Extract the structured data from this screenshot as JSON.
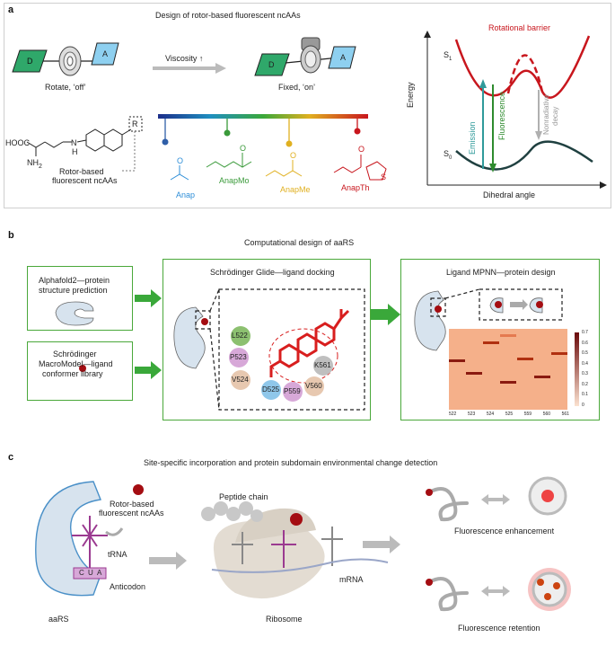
{
  "panel_a": {
    "letter": "a",
    "title": "Design of rotor-based fluorescent ncAAs",
    "donor": "D",
    "acceptor": "A",
    "rotate_caption": "Rotate, ‘off’",
    "fixed_caption": "Fixed, ‘on’",
    "viscosity_label": "Viscosity ↑",
    "rotor_caption_line1": "Rotor-based",
    "rotor_caption_line2": "fluorescent ncAAs",
    "cooh": "HOOC",
    "nh2": "NH",
    "nh2_sub": "2",
    "n_label": "N",
    "h_label": "H",
    "r_label": "R",
    "o_label": "O",
    "s_label": "S",
    "compounds": [
      {
        "name": "Anap",
        "color": "#2f8fd8"
      },
      {
        "name": "AnapMo",
        "color": "#3a9a3a"
      },
      {
        "name": "AnapMe",
        "color": "#e0b020"
      },
      {
        "name": "AnapTh",
        "color": "#c8161d"
      }
    ],
    "energy_plot": {
      "y_label": "Energy",
      "x_label": "Dihedral angle",
      "barrier_label": "Rotational barrier",
      "s1": "S",
      "s1_sub": "1",
      "s0": "S",
      "s0_sub": "0",
      "emission": "Emission",
      "fluorescence": "Fluorescence",
      "nonradiative": "Nonradiative",
      "decay": "decay",
      "colors": {
        "s1": "#c8161d",
        "s0": "#1f4040",
        "emission": "#2f9a9a",
        "fluorescence": "#2e8b2e",
        "decay": "#b0b0b0"
      }
    }
  },
  "panel_b": {
    "letter": "b",
    "title": "Computational design of aaRS",
    "alphafold_line1": "Alphafold2—protein",
    "alphafold_line2": "structure prediction",
    "macromodel_line1": "Schrödinger",
    "macromodel_line2": "MacroModel—ligand",
    "macromodel_line3": "conformer library",
    "glide_title": "Schrödinger Glide—ligand docking",
    "mpnn_title": "Ligand MPNN—protein design",
    "residues": [
      {
        "name": "L522",
        "color": "#8cc070"
      },
      {
        "name": "P523",
        "color": "#d7a8d8"
      },
      {
        "name": "V524",
        "color": "#e7c8b0"
      },
      {
        "name": "D525",
        "color": "#8fc7ea"
      },
      {
        "name": "P559",
        "color": "#d7a8d8"
      },
      {
        "name": "V560",
        "color": "#e7c8b0"
      },
      {
        "name": "K561",
        "color": "#bfbfbf"
      }
    ],
    "heatmap": {
      "x_ticks": [
        "522",
        "523",
        "524",
        "525",
        "559",
        "560",
        "561"
      ],
      "y_ticks": [
        "0.7",
        "0.6",
        "0.5",
        "0.4",
        "0.3",
        "0.2",
        "0.1",
        "0"
      ]
    }
  },
  "panel_c": {
    "letter": "c",
    "title": "Site-specific incorporation and protein subdomain environmental change detection",
    "ncaa_line1": "Rotor-based",
    "ncaa_line2": "fluorescent ncAAs",
    "trna": "tRNA",
    "anticodon": "Anticodon",
    "codon": [
      "C",
      "U",
      "A"
    ],
    "aars": "aaRS",
    "peptide_chain": "Peptide chain",
    "mrna": "mRNA",
    "ribosome": "Ribosome",
    "enhancement": "Fluorescence enhancement",
    "retention": "Fluorescence retention"
  }
}
